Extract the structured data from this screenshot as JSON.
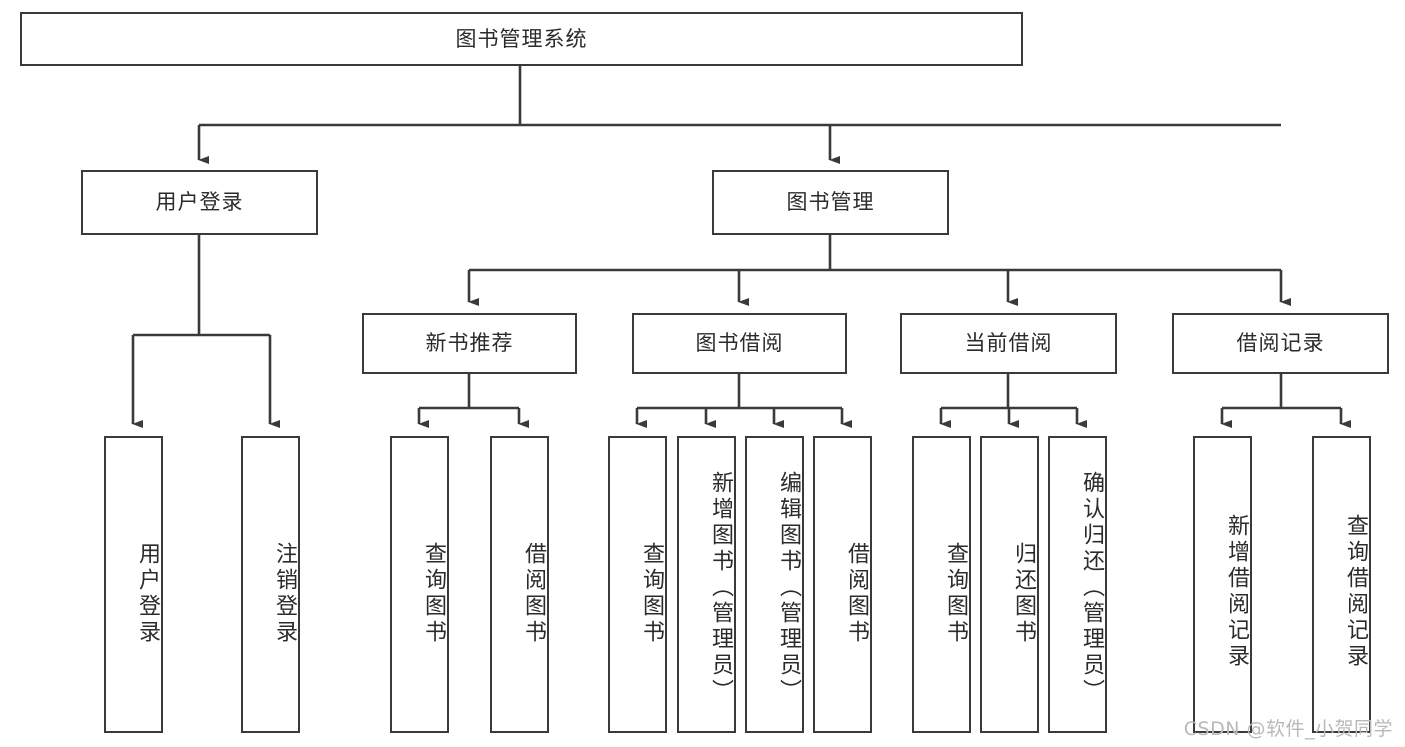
{
  "diagram": {
    "type": "tree-hierarchy-diagram",
    "title": "图书管理系统",
    "stroke_color": "#3a3a3a",
    "text_color": "#2b2b2b",
    "background_color": "#ffffff",
    "root": {
      "id": "root",
      "label": "图书管理系统"
    },
    "level2": [
      {
        "id": "user-login",
        "label": "用户登录"
      },
      {
        "id": "book-manage",
        "label": "图书管理"
      }
    ],
    "level3": [
      {
        "id": "new-book-recommend",
        "label": "新书推荐",
        "parent": "book-manage"
      },
      {
        "id": "book-borrow",
        "label": "图书借阅",
        "parent": "book-manage"
      },
      {
        "id": "current-borrow",
        "label": "当前借阅",
        "parent": "book-manage"
      },
      {
        "id": "borrow-record",
        "label": "借阅记录",
        "parent": "book-manage"
      }
    ],
    "leaves": [
      {
        "id": "leaf-user-login",
        "label": "用户登录",
        "parent": "user-login"
      },
      {
        "id": "leaf-logout",
        "label": "注销登录",
        "parent": "user-login"
      },
      {
        "id": "leaf-query-book-1",
        "label": "查询图书",
        "parent": "new-book-recommend"
      },
      {
        "id": "leaf-borrow-book-1",
        "label": "借阅图书",
        "parent": "new-book-recommend"
      },
      {
        "id": "leaf-query-book-2",
        "label": "查询图书",
        "parent": "book-borrow"
      },
      {
        "id": "leaf-add-book",
        "label": "新增图书（管理员）",
        "parent": "book-borrow"
      },
      {
        "id": "leaf-edit-book",
        "label": "编辑图书（管理员）",
        "parent": "book-borrow"
      },
      {
        "id": "leaf-borrow-book-2",
        "label": "借阅图书",
        "parent": "book-borrow"
      },
      {
        "id": "leaf-query-book-3",
        "label": "查询图书",
        "parent": "current-borrow"
      },
      {
        "id": "leaf-return-book",
        "label": "归还图书",
        "parent": "current-borrow"
      },
      {
        "id": "leaf-confirm-return",
        "label": "确认归还（管理员）",
        "parent": "current-borrow"
      },
      {
        "id": "leaf-add-record",
        "label": "新增借阅记录",
        "parent": "borrow-record"
      },
      {
        "id": "leaf-query-record",
        "label": "查询借阅记录",
        "parent": "borrow-record"
      }
    ]
  },
  "watermark": {
    "text": "CSDN @软件_小贺同学"
  }
}
